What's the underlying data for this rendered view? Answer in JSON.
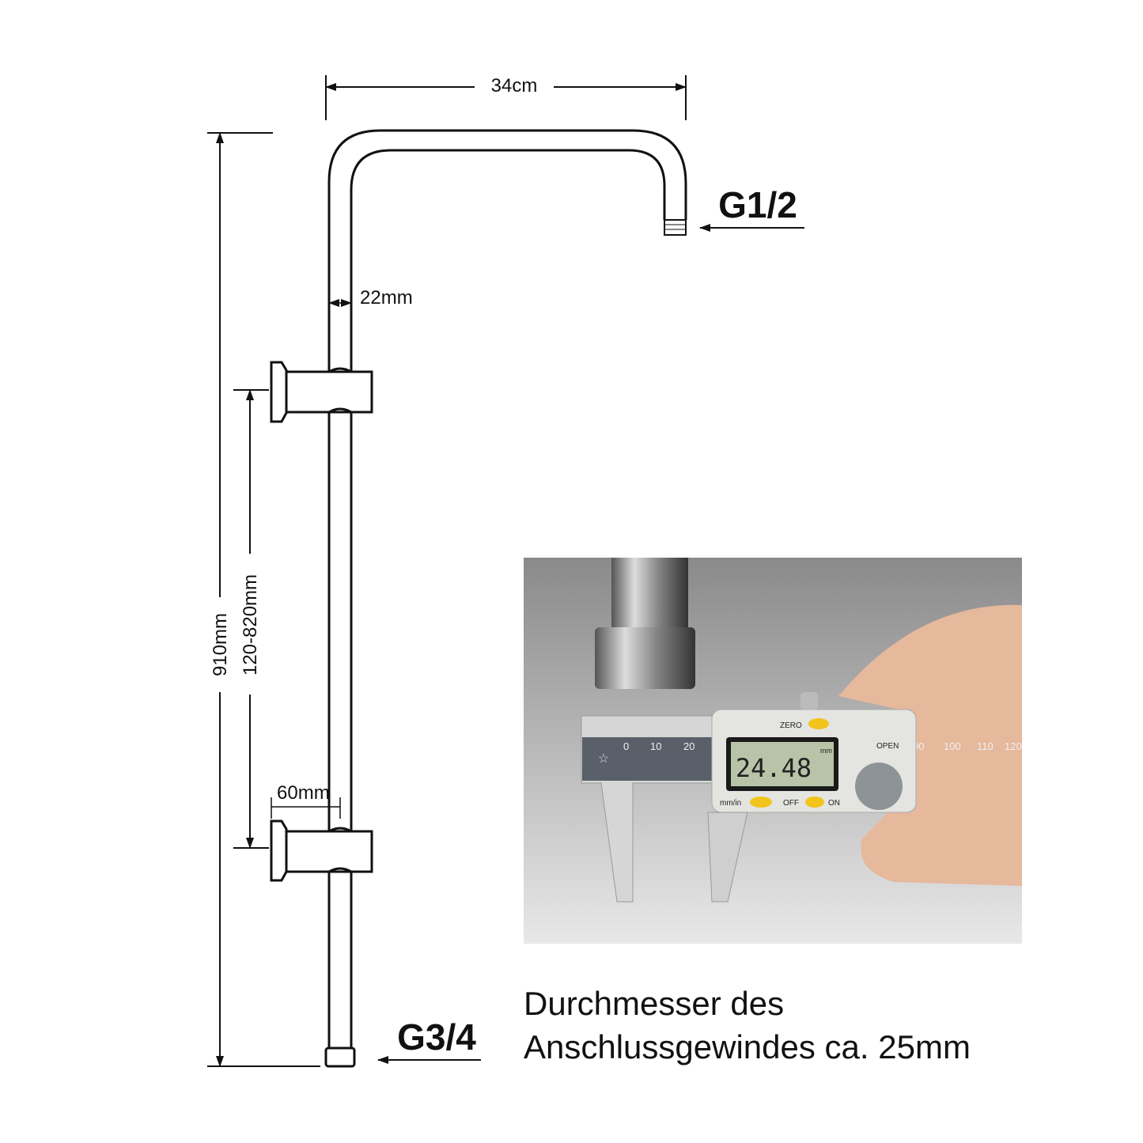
{
  "dimensions": {
    "width_top": "34cm",
    "pipe_diameter": "22mm",
    "total_height": "910mm",
    "holder_range": "120-820mm",
    "bracket_depth": "60mm"
  },
  "connections": {
    "top": "G1/2",
    "bottom": "G3/4"
  },
  "photo": {
    "display_value": "24.48",
    "display_unit": "mm",
    "buttons": {
      "zero": "ZERO",
      "unit": "mm/in",
      "off": "OFF",
      "on": "ON",
      "open": "OPEN"
    },
    "scale_left": [
      "0",
      "10",
      "20"
    ],
    "scale_right": [
      "90",
      "100",
      "110",
      "120"
    ]
  },
  "caption": {
    "line1": "Durchmesser des",
    "line2": "Anschlussgewindes ca. 25mm"
  }
}
